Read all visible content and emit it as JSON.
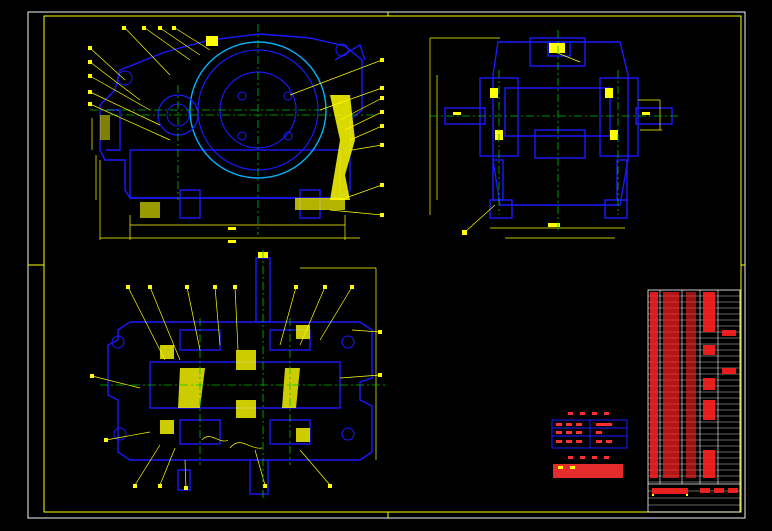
{
  "drawing": {
    "background": "#000000",
    "colors": {
      "frame": "#ffff00",
      "outline": "#1a1aff",
      "centerline": "#00c000",
      "dimension": "#ffff00",
      "hatch": "#ffff00",
      "leader": "#ffff00",
      "gear_circle": "#00aaff",
      "text_red": "#ff2020",
      "title_grid": "#ffffff"
    },
    "views": [
      "front-view",
      "side-view",
      "top-section-view"
    ],
    "icons": {
      "leader_marker": "callout-dot",
      "hatching": "section-hatch"
    }
  }
}
